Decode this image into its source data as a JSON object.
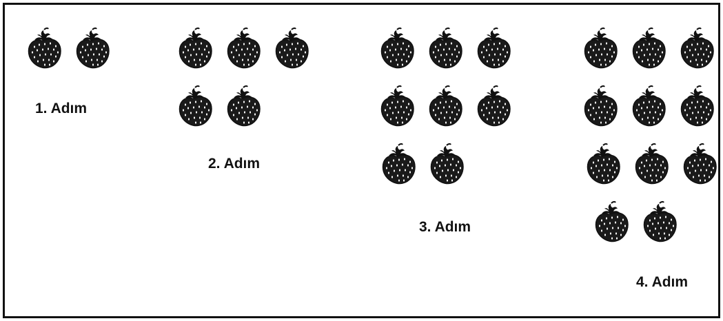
{
  "steps": [
    {
      "label": "1. Adım",
      "count": 2
    },
    {
      "label": "2. Adım",
      "count": 5
    },
    {
      "label": "3. Adım",
      "count": 8
    },
    {
      "label": "4. Adım",
      "count": 11
    }
  ],
  "icon": "strawberry-icon",
  "colors": {
    "ink": "#111111",
    "berry": "#1a1a1a",
    "seed": "#ffffff",
    "background": "#ffffff"
  }
}
